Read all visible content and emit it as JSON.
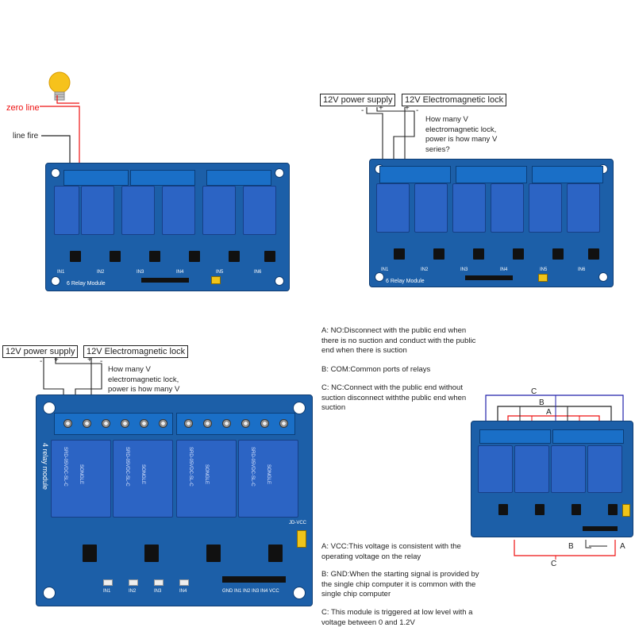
{
  "top_left": {
    "zero_line": "zero line",
    "line_fire": "line fire",
    "module_text": "6 Relay Module",
    "inputs": [
      "IN1",
      "IN2",
      "IN3",
      "IN4",
      "IN5",
      "IN6"
    ]
  },
  "top_right": {
    "power_supply": "12V power supply",
    "lock": "12V Electromagnetic lock",
    "question": "How many V\nelectromagnetic lock,\npower is how many V\nseries?",
    "module_text": "6 Relay Module",
    "inputs": [
      "IN1",
      "IN2",
      "IN3",
      "IN4",
      "IN5",
      "IN6"
    ]
  },
  "bottom_left": {
    "power_supply": "12V power supply",
    "lock": "12V Electromagnetic lock",
    "question": "How many V\nelectromagnetic lock,\npower is how many V\nseries?",
    "relay_label": "SRD-05VDC-SL-C",
    "relay_brand": "SONGLE",
    "module_text": "4 relay module",
    "inputs": [
      "IN1",
      "IN2",
      "IN3",
      "IN4"
    ],
    "header": "GND IN1 IN2 IN3 IN4 VCC",
    "jd": "JD-VCC"
  },
  "notes": {
    "a_no": "A: NO:Disconnect with the public end when\nthere is no suction and conduct with the public\nend when there is suction",
    "b_com": "B: COM:Common ports of relays",
    "c_nc": "C: NC:Connect with the public end without\nsuction disconnect withthe public end when\nsuction",
    "a_vcc": "A: VCC:This voltage is consistent with the\noperating voltage on the relay",
    "b_gnd": "B: GND:When the starting signal is provided by\nthe single chip computer it is common with the\nsingle chip computer",
    "c_trigger": "C: This module is triggered at low level with a\nvoltage between 0 and 1.2V"
  },
  "diagram_labels": {
    "a": "A",
    "b": "B",
    "c": "C"
  },
  "signs": {
    "minus": "-",
    "plus": "+"
  }
}
